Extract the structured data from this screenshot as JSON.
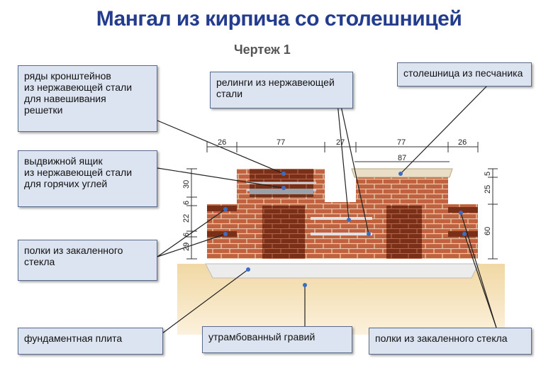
{
  "title": "Мангал из кирпича со столешницей",
  "subtitle": "Чертеж 1",
  "callouts": {
    "brackets": "ряды кронштейнов\nиз нержавеющей стали\nдля навешивания\nрешетки",
    "rails": "релинги из нержавеющей\nстали",
    "countertop": "столешница из песчаника",
    "drawer": "выдвижной ящик\nиз нержавеющей стали\nдля горячих углей",
    "shelves_left": "полки из закаленного\nстекла",
    "foundation": "фундаментная плита",
    "gravel": "утрамбованный гравий",
    "shelves_right": "полки из закаленного стекла"
  },
  "dimensions": {
    "top": [
      "26",
      "77",
      "27",
      "77",
      "26"
    ],
    "countertop_width": "87",
    "left": [
      "30",
      "6",
      "22",
      "6",
      "29"
    ],
    "right": [
      "5",
      "25",
      "60"
    ]
  },
  "colors": {
    "title": "#243c8e",
    "brick": "#c0623f",
    "brick_dark": "#8e3a20",
    "mortar": "#e9c7a8",
    "ground": "#f4deb0",
    "slab": "#ececec",
    "label_bg": "#dde4f1"
  }
}
